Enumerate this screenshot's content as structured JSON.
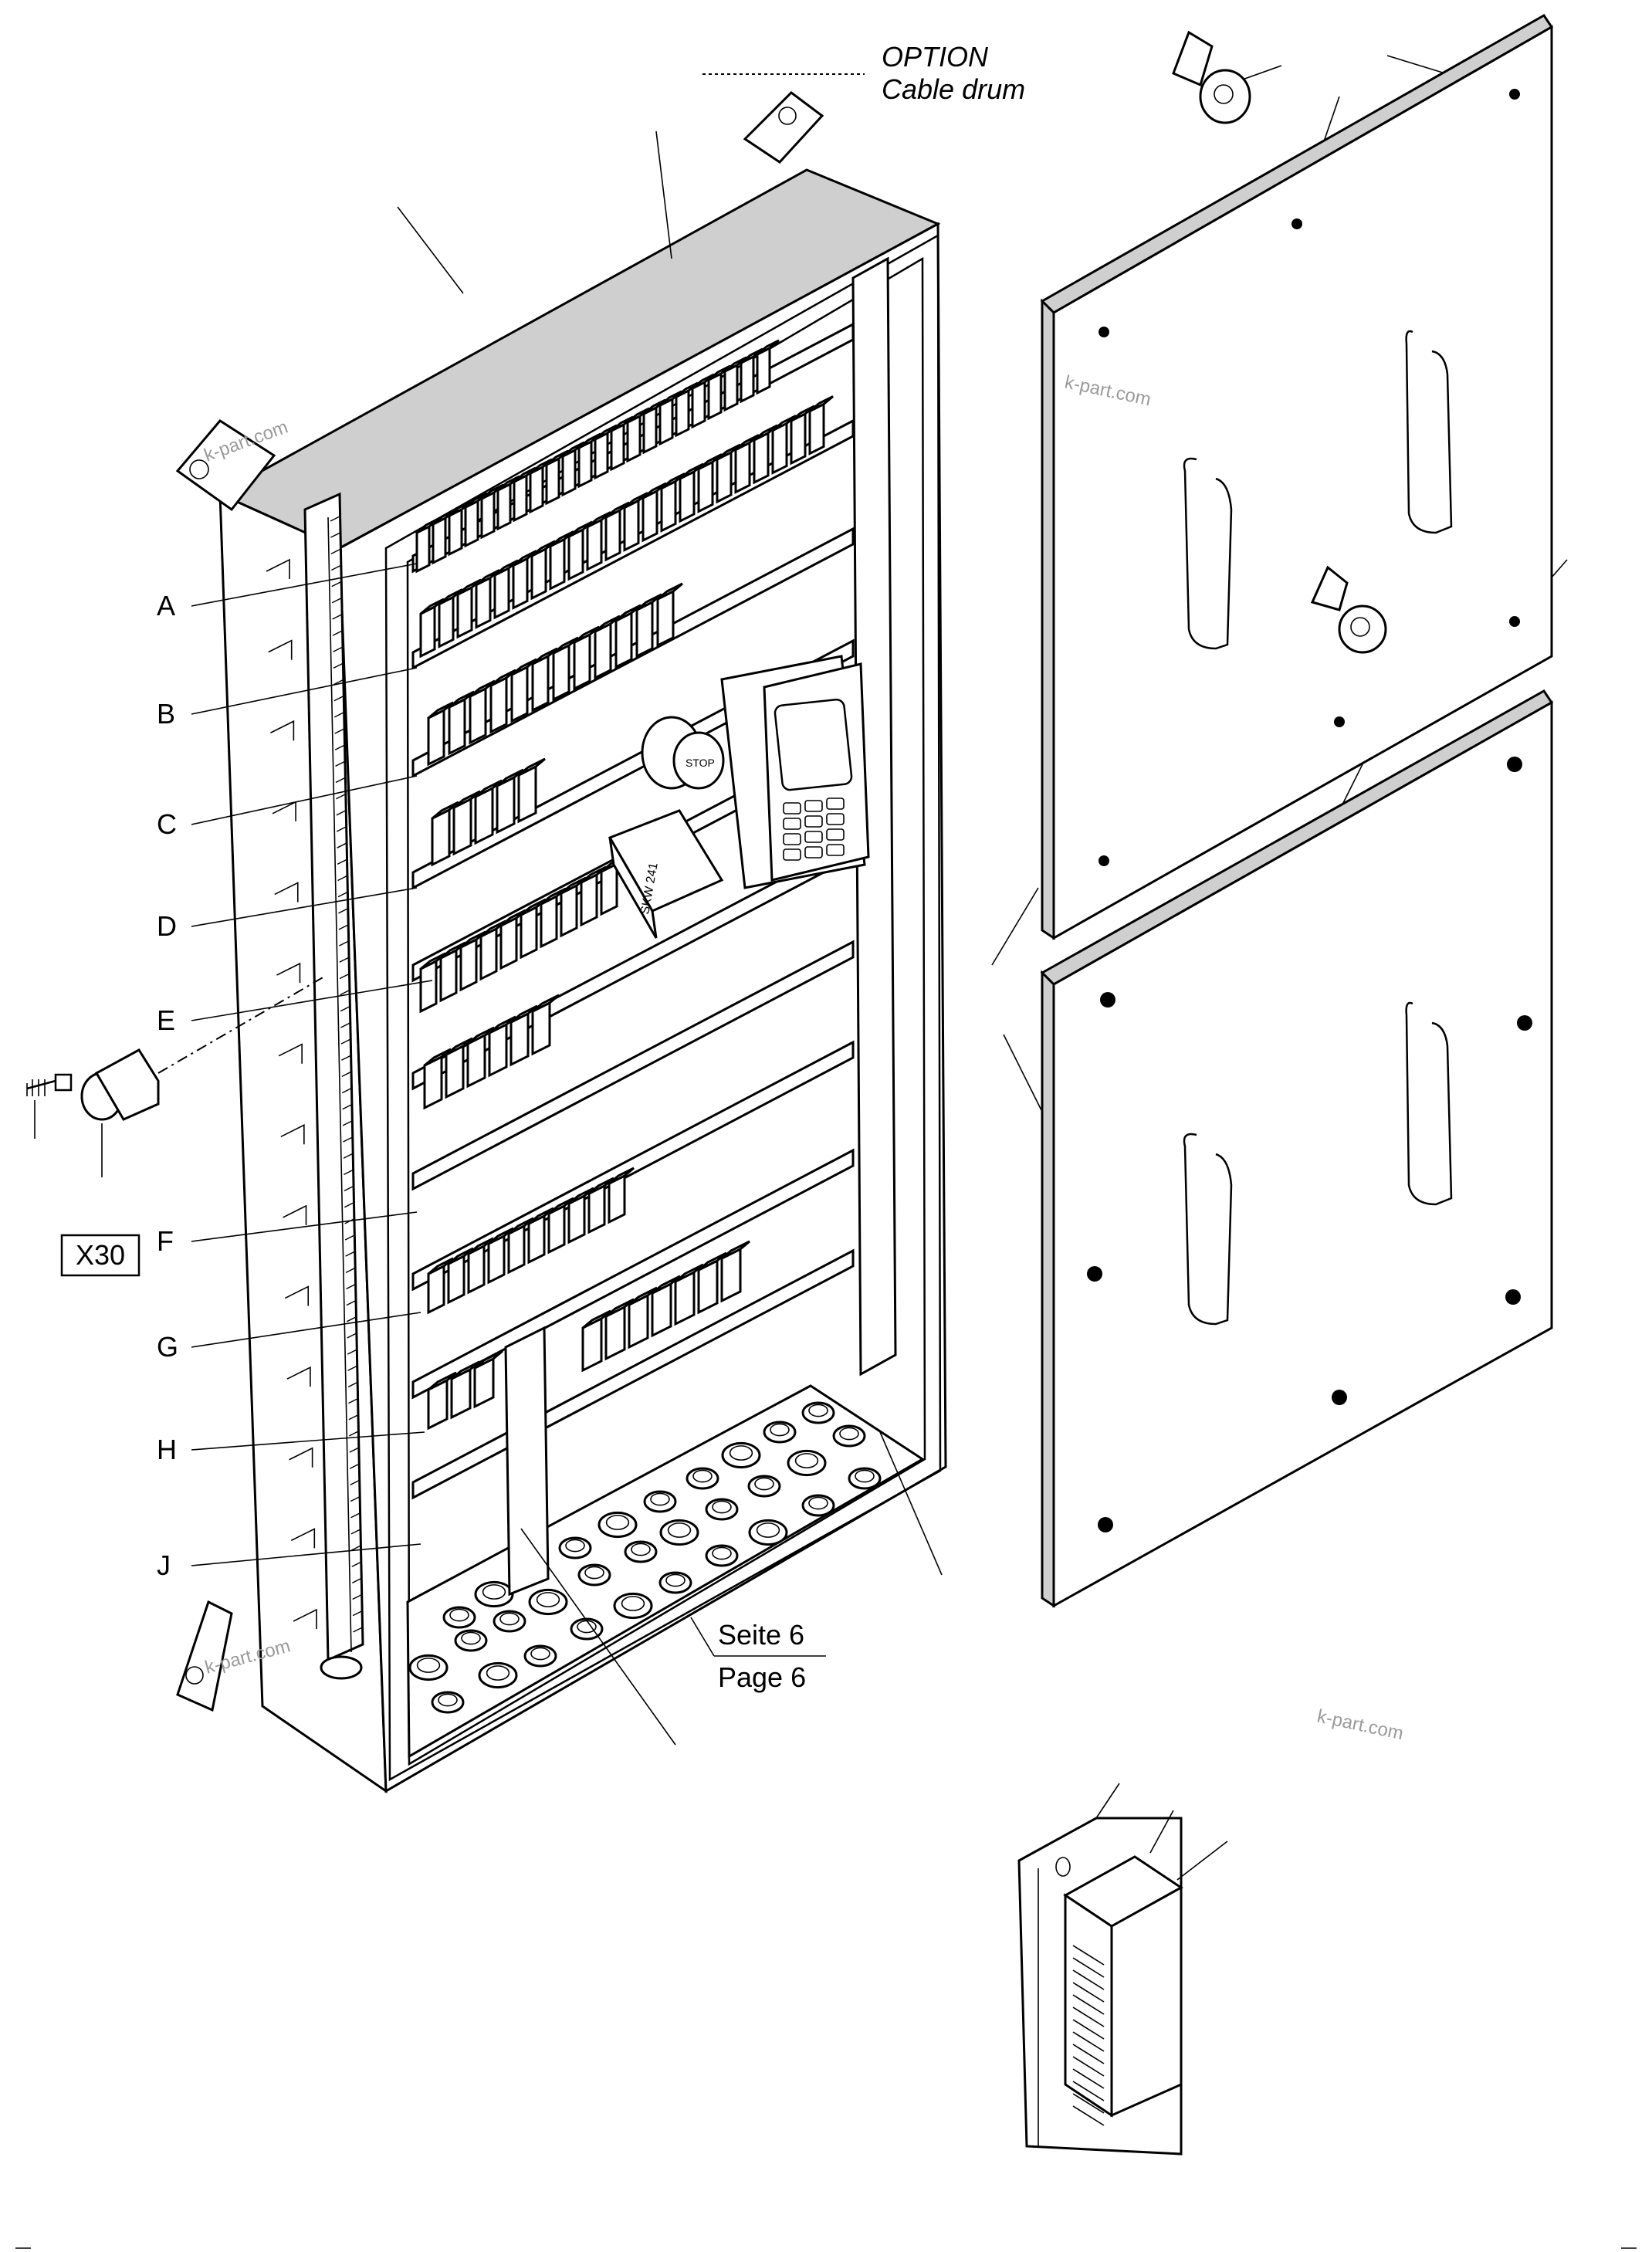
{
  "option": {
    "line1": "OPTION",
    "line2": "Cable drum"
  },
  "callouts": [
    "A",
    "B",
    "C",
    "D",
    "E",
    "F",
    "G",
    "H",
    "J"
  ],
  "x30_label": "X30",
  "page_ref": {
    "de": "Seite 6",
    "en": "Page 6"
  },
  "device_text": {
    "emergency": "STOP",
    "module": "SKW 241"
  },
  "watermark": "k-part.com"
}
